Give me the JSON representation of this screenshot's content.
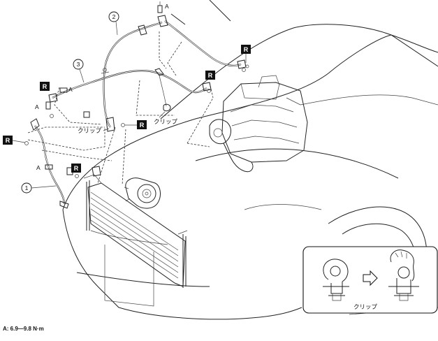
{
  "callouts": {
    "one": "1",
    "two": "2",
    "three": "3"
  },
  "markers": {
    "r": "R",
    "a": "A"
  },
  "labels": {
    "clip": "クリップ"
  },
  "torque_note": "A: 6.9—9.8 N·m"
}
